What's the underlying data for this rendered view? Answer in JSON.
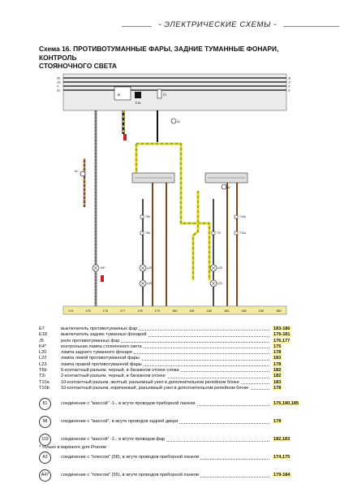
{
  "header": {
    "section_title": "- ЭЛЕКТРИЧЕСКИЕ СХЕМЫ -"
  },
  "title": {
    "line1": "Схема 16. ПРОТИВОТУМАННЫЕ ФАРЫ, ЗАДНИЕ ТУМАННЫЕ ФОНАРИ, КОНТРОЛЬ",
    "line2": "СТОЯНОЧНОГО СВЕТА"
  },
  "diagram": {
    "bus_labels": [
      "30",
      "15",
      "X",
      "31"
    ],
    "relay_label": "J5",
    "switch_label": "E18",
    "fuse_label": "S7",
    "ground_labels": [
      "A1",
      "A1",
      "A2"
    ],
    "lamp_labels": [
      "K4*",
      "L22",
      "L23",
      "L20",
      "L21"
    ],
    "connector_labels": [
      "T6b",
      "T6b",
      "T2i",
      "T10b",
      "T10a"
    ],
    "bottom_numbers": [
      "174",
      "175",
      "176",
      "177",
      "178",
      "179",
      "180",
      "181",
      "182",
      "183",
      "184",
      "185",
      "186"
    ],
    "colors": {
      "wire_black": "#111111",
      "wire_yellow": "#e8d21b",
      "wire_green": "#2f8d3a",
      "wire_brown": "#7a4a1e",
      "wire_grey": "#8c8c8c",
      "wire_red": "#c9202a",
      "panel": "#e8e8e8",
      "num_bar": "#f3e9a3"
    }
  },
  "legend": [
    {
      "code": "E7",
      "desc": "выключатель противотуманных фар",
      "ref": "183-186"
    },
    {
      "code": "E18",
      "desc": "выключатель задних туманных фонарей",
      "ref": "176-181"
    },
    {
      "code": "J5",
      "desc": "реле противотуманных фар",
      "ref": "176,177"
    },
    {
      "code": "K4*",
      "desc": "контрольная лампа стояночного света",
      "ref": "175"
    },
    {
      "code": "L20",
      "desc": "лампа заднего туманного фонаря",
      "ref": "178"
    },
    {
      "code": "L22",
      "desc": "лампа левой противотуманной фары",
      "ref": "183"
    },
    {
      "code": "L23",
      "desc": "лампа правой противотуманной фары",
      "ref": "178"
    },
    {
      "code": "T6b",
      "desc": "6-контактный разъем, черный, в багажном отсеке слева",
      "ref": "182"
    },
    {
      "code": "T2i",
      "desc": "2-контактный разъем, черный, в багажном отсеке",
      "ref": "182"
    },
    {
      "code": "T10a",
      "desc": "10-контактный разъем, желтый, разъемный узел в дополнительном релейном блоке",
      "ref": "183"
    },
    {
      "code": "T10b",
      "desc": "10-контактный разъем, коричневый, разъемный узел в дополнительном релейном блоке",
      "ref": "178"
    }
  ],
  "connections": [
    {
      "id": "81",
      "desc": "соединение с \"массой\" -1-, в жгуте проводов приборной панели",
      "ref": "176,180,185"
    },
    {
      "id": "98",
      "desc": "соединение с \"массой\", в жгуте проводов задней двери",
      "ref": "178"
    },
    {
      "id": "119",
      "desc": "соединение с \"массой\" -1-, в жгуте проводов фар",
      "ref": "182,183"
    },
    {
      "id": "A3",
      "desc": "соединение с \"плюсом\" (58), в жгуте проводов приборной панели",
      "ref": "174,175"
    },
    {
      "id": "A47",
      "desc": "соединение с \"плюсом\" (55), в жгуте проводов приборной панели",
      "ref": "179-184"
    }
  ],
  "footnote": "* только в варианте для Италии"
}
